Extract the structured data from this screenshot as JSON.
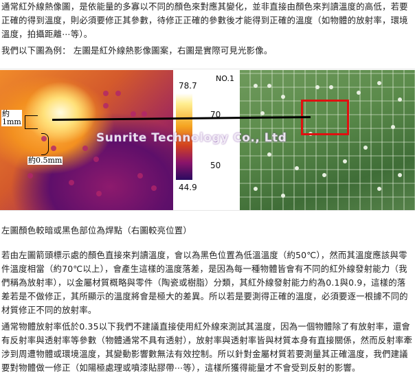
{
  "paragraphs": {
    "p1": "通常紅外線熱像圖，是依能量的多寡以不同的顏色來對應其變化，並非直接由顏色來判讀溫度的高低，若要正確的得到溫度，則必須要修正其參數，待修正正確的參數後才能得到正確的溫度（如物體的放射率，環境溫度，拍攝距離⋯等）。",
    "p2": "我們以下圖為例： 左圖是紅外線熱影像圖案，右圖是實際可見光影像。",
    "p3": "左圖顏色較暗或黑色部位為焊點（右圖較亮位置）",
    "p4": "若由左圖箭頭標示處的顏色直接來判讀溫度，會以為黑色位置為低溫溫度（約50℃），然而其溫度應該與零件溫度相當（約70℃以上），會產生這樣的溫度落差，是因為每一種物體皆會有不同的紅外線發射能力（我們稱為放射率），以金屬材質概略與零件（陶瓷或樹脂）分類，其紅外線發射能力約為0.1與0.9，這樣的落差若是不做修正，其所顯示的溫度將會是極大的差異。所以若是要測得正確的溫度，必須要逐一根據不同的材質修正不同的放射率。",
    "p5": "通常物體放射率低於0.35以下我們不建議直接使用紅外線來測試其溫度，因為一個物體除了有放射率，還會有反射率與透射率等參數（物體通常不具有透射），放射率與透射率皆與材質本身有直接關係，然而反射率牽涉到周遭物體或環境溫度，其變動影響數無法有效控制。所以針對金屬材質若要測量其正確溫度，我們建議要對物體做一修正（如陽極處理或噴漆貼膠帶⋯等），這樣所獲得能量才不會受到反射的影響。"
  },
  "figure": {
    "label_no": "NO.1",
    "scale_max": "78.7",
    "scale_70": "70",
    "scale_50": "50",
    "scale_min": "44.9",
    "annotation_1mm": "約\n1mm",
    "annotation_05mm": "約0.5mm",
    "watermark": "Sunrite Technology Co., Ltd"
  },
  "colors": {
    "red_box": "#e01010",
    "arrow_line": "#000000"
  }
}
